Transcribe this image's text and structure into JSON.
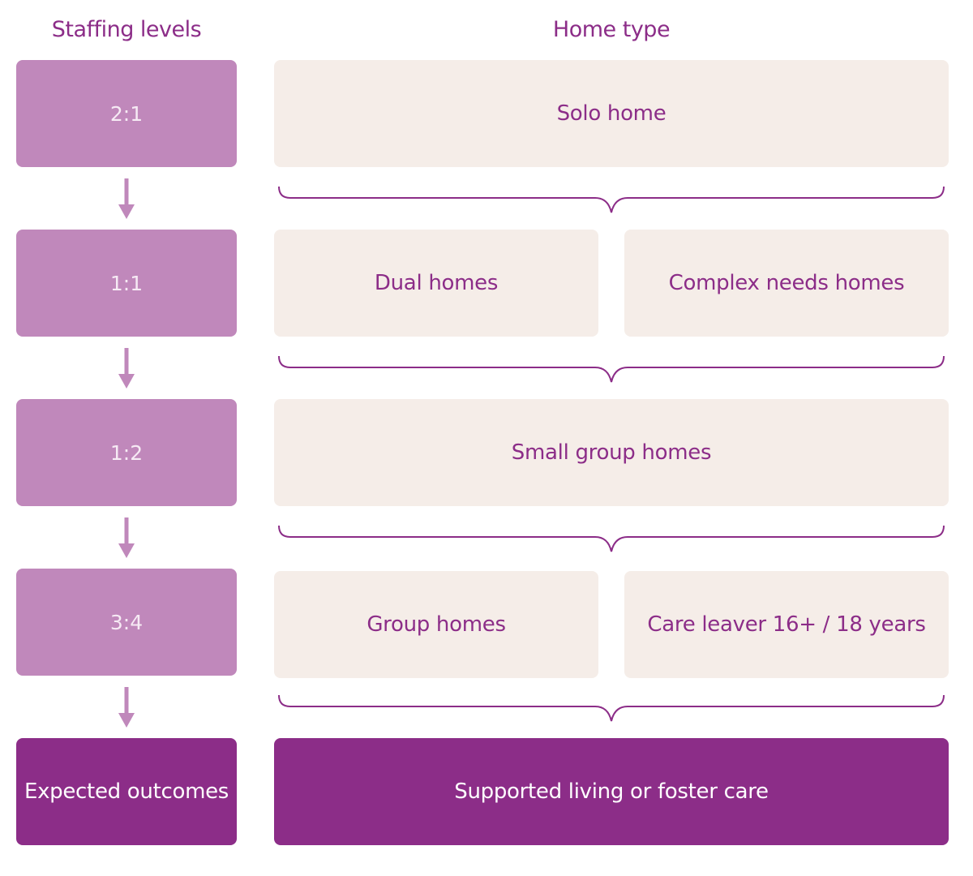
{
  "headers": {
    "staffing": "Staffing levels",
    "home_type": "Home type"
  },
  "staffing_levels": [
    "2:1",
    "1:1",
    "1:2",
    "3:4"
  ],
  "home_types": {
    "solo": "Solo home",
    "dual": "Dual homes",
    "complex": "Complex needs homes",
    "small_group": "Small group homes",
    "group": "Group homes",
    "care_leaver": "Care leaver 16+ / 18 years"
  },
  "outcomes": {
    "label": "Expected outcomes",
    "value": "Supported living or foster care"
  },
  "colors": {
    "staffing_box": "#c088bb",
    "home_box": "#f5ede8",
    "outcome_box": "#8c2d88",
    "accent_text": "#8c2d88"
  }
}
